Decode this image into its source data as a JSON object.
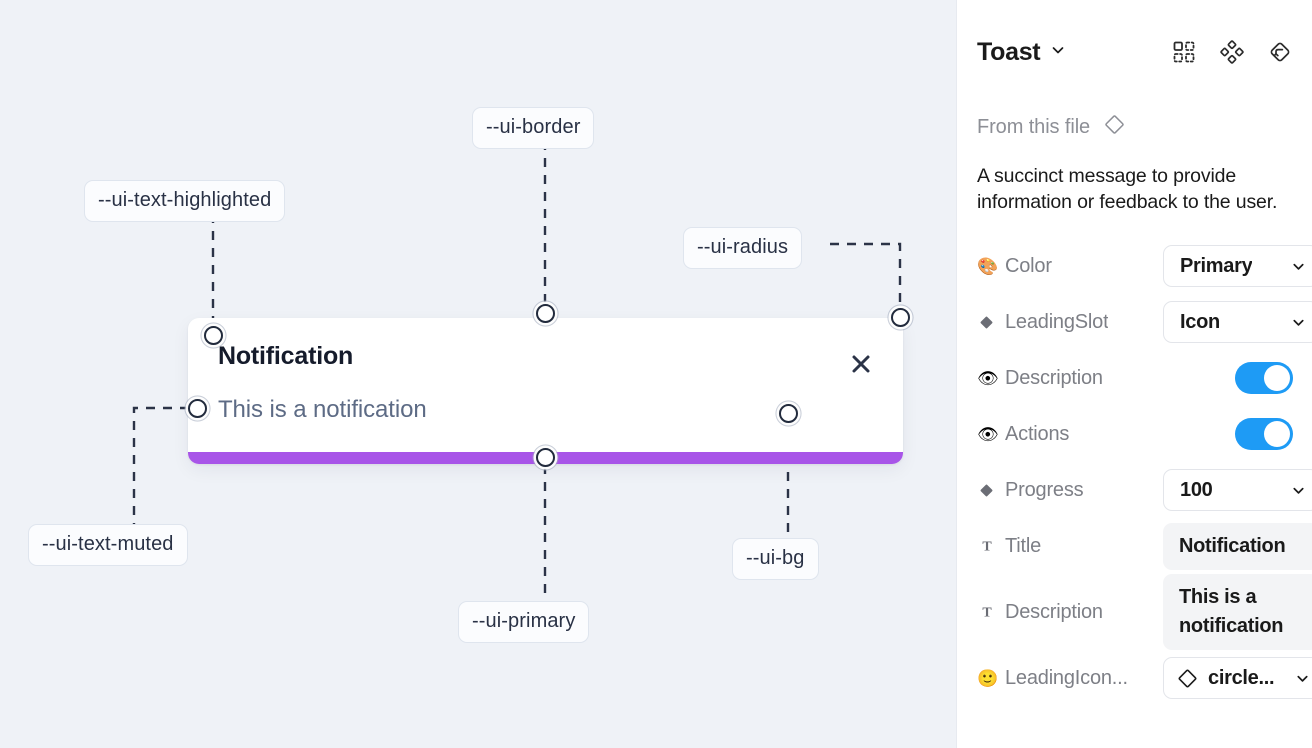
{
  "canvas": {
    "background_color": "#eff2f7",
    "tokens": [
      {
        "label": "--ui-text-highlighted",
        "name": "token-ui-text-highlighted"
      },
      {
        "label": "--ui-border",
        "name": "token-ui-border"
      },
      {
        "label": "--ui-radius",
        "name": "token-ui-radius"
      },
      {
        "label": "--ui-text-muted",
        "name": "token-ui-text-muted"
      },
      {
        "label": "--ui-primary",
        "name": "token-ui-primary"
      },
      {
        "label": "--ui-bg",
        "name": "token-ui-bg"
      }
    ]
  },
  "toast": {
    "title": "Notification",
    "description": "This is a notification",
    "close_icon": "close-icon",
    "progress_color": "#a855e8",
    "background_color": "#ffffff"
  },
  "panel": {
    "title": "Toast",
    "title_chevron": "chevron-down-icon",
    "header_icons": [
      {
        "name": "component-grid-icon"
      },
      {
        "name": "variants-cluster-icon"
      },
      {
        "name": "reset-instance-icon"
      }
    ],
    "from_file_label": "From this file",
    "from_file_icon": "diamond-icon",
    "description": "A succinct message to provide information or feedback to the user.",
    "properties": [
      {
        "name": "Color",
        "icon": "palette-emoji",
        "icon_glyph": "🎨",
        "control": "select",
        "value": "Primary"
      },
      {
        "name": "LeadingSlot",
        "icon": "diamond-filled-icon",
        "control": "select",
        "value": "Icon"
      },
      {
        "name": "Description",
        "icon": "eye-emoji",
        "icon_glyph": "👁",
        "control": "toggle",
        "value": "on"
      },
      {
        "name": "Actions",
        "icon": "eye-emoji",
        "icon_glyph": "👁",
        "control": "toggle",
        "value": "on"
      },
      {
        "name": "Progress",
        "icon": "diamond-filled-icon",
        "control": "select",
        "value": "100"
      },
      {
        "name": "Title",
        "icon": "text-type-icon",
        "icon_glyph": "T",
        "control": "text",
        "value": "Notification"
      },
      {
        "name": "Description",
        "icon": "text-type-icon",
        "icon_glyph": "T",
        "control": "text",
        "value": "This is a notification"
      },
      {
        "name": "LeadingIcon...",
        "icon": "smiley-emoji",
        "icon_glyph": "🙂",
        "control": "select-with-icon",
        "value": "circle...",
        "value_icon": "diamond-icon"
      }
    ]
  }
}
